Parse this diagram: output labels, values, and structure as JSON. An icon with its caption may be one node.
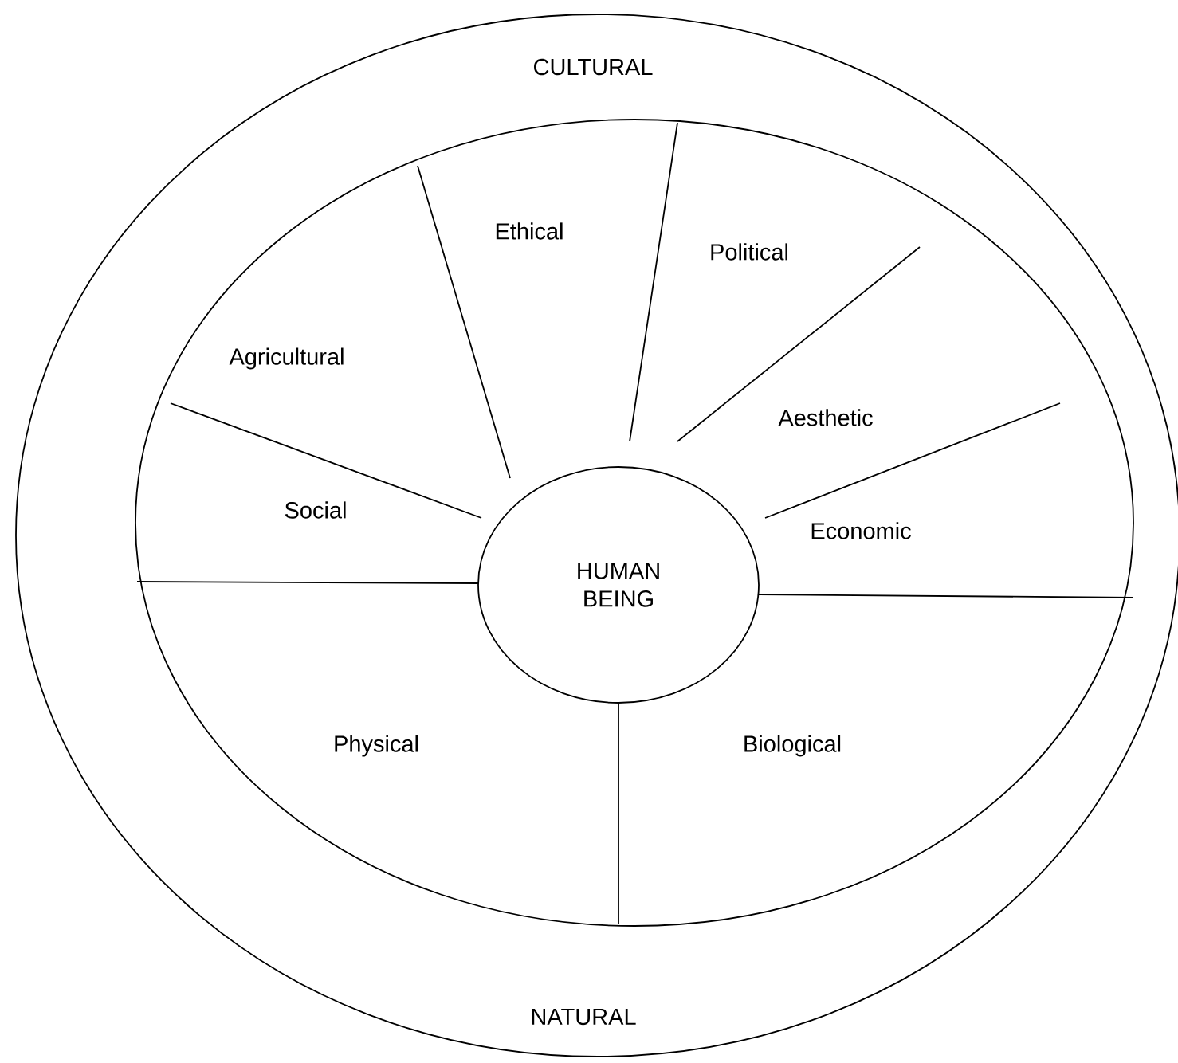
{
  "diagram": {
    "nodes": [
      {
        "text": [
          "CULTURAL",
          "NATURAL"
        ]
      },
      {
        "text": [],
        "shape": "ellipse",
        "in": 0
      },
      {
        "text": [
          "HUMAN BEING"
        ],
        "in": 1
      }
    ],
    "labels": [
      "Ethical",
      "Political",
      "Agricultural",
      "Aesthetic",
      "Social",
      "Economic",
      "Physical",
      "Biological"
    ]
  }
}
